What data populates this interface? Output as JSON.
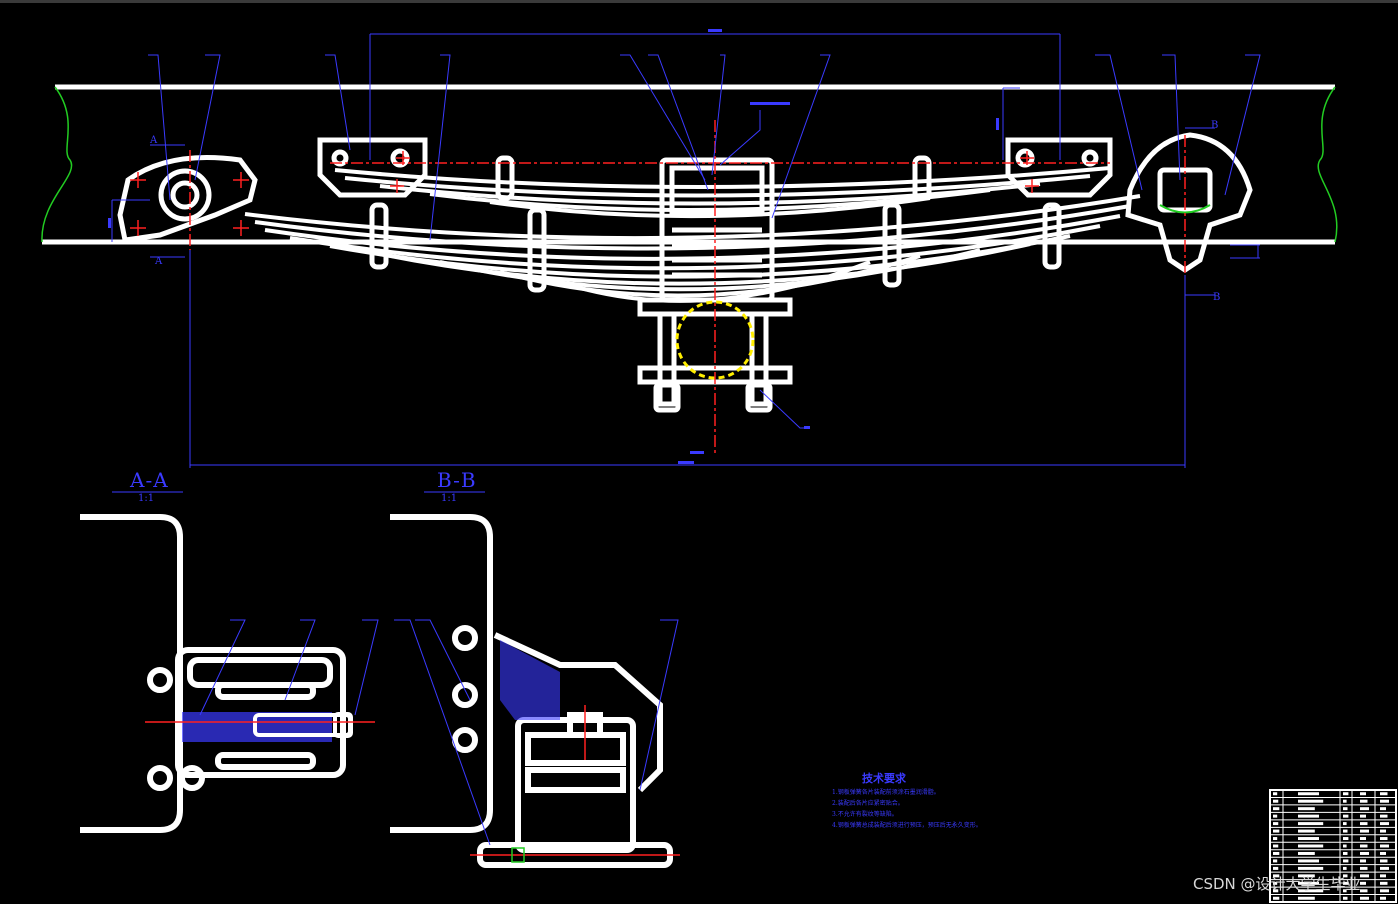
{
  "sections": {
    "aa": {
      "title": "A-A",
      "scale": "1:1"
    },
    "bb": {
      "title": "B-B",
      "scale": "1:1"
    }
  },
  "tech": {
    "title": "技术要求",
    "lines": [
      "1.钢板弹簧各片装配前须涂石墨润滑脂。",
      "2.装配后各片应紧密贴合。",
      "3.不允许有裂纹等缺陷。",
      "4.钢板弹簧总成装配后须进行预压，预压后无永久变形。"
    ]
  },
  "watermark": "CSDN @设计大学生毕业",
  "colors": {
    "background": "#000000",
    "outline": "#ffffff",
    "dimension": "#3a3aff",
    "centerline": "#ff2020",
    "frame_curve": "#22cc22",
    "axle": "#ffee00"
  }
}
